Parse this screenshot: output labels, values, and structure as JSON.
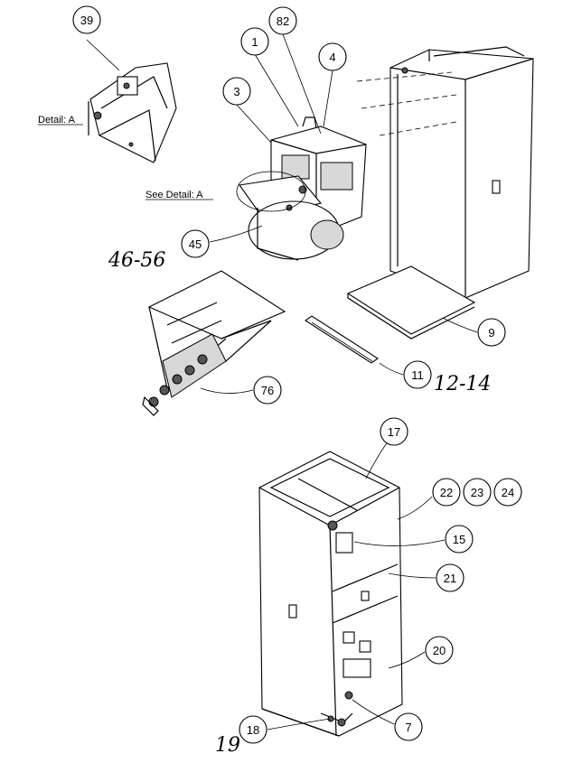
{
  "callouts": {
    "c39": "39",
    "c82": "82",
    "c1": "1",
    "c4": "4",
    "c3": "3",
    "c45": "45",
    "c9": "9",
    "c11": "11",
    "c76": "76",
    "c17": "17",
    "c22": "22",
    "c23": "23",
    "c24": "24",
    "c15": "15",
    "c21": "21",
    "c20": "20",
    "c18": "18",
    "c7": "7"
  },
  "handwritten": {
    "h46_56": "46-56",
    "h12_14": "12-14",
    "h19": "19"
  },
  "labels": {
    "detail_a": "Detail: A",
    "see_detail_a": "See Detail: A"
  }
}
